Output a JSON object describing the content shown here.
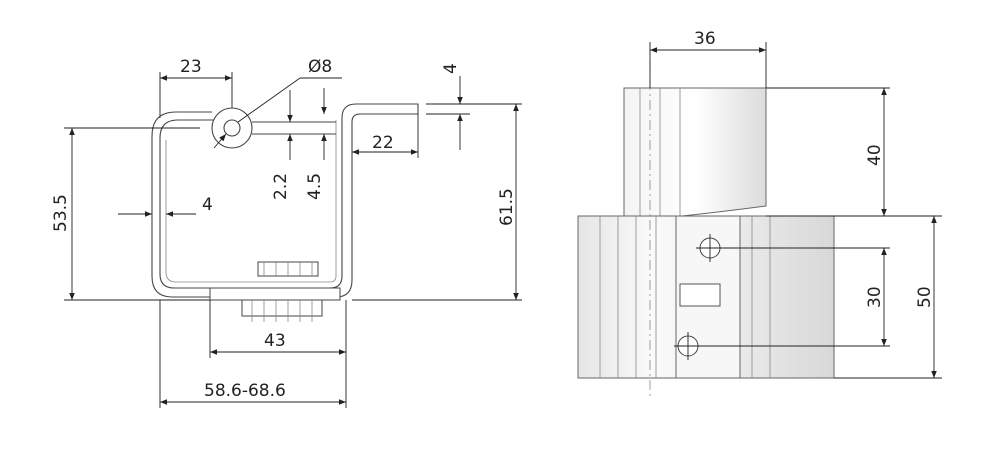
{
  "dimensions": {
    "width_23": "23",
    "dia_8": "Ø8",
    "thick_4_top": "4",
    "gap_22": "22",
    "h_2_2": "2.2",
    "h_4_5": "4.5",
    "h_53_5": "53.5",
    "h_61_5": "61.5",
    "w_4_side": "4",
    "w_43": "43",
    "w_range": "58.6-68.6",
    "side_36": "36",
    "side_40": "40",
    "side_30": "30",
    "side_50": "50"
  }
}
